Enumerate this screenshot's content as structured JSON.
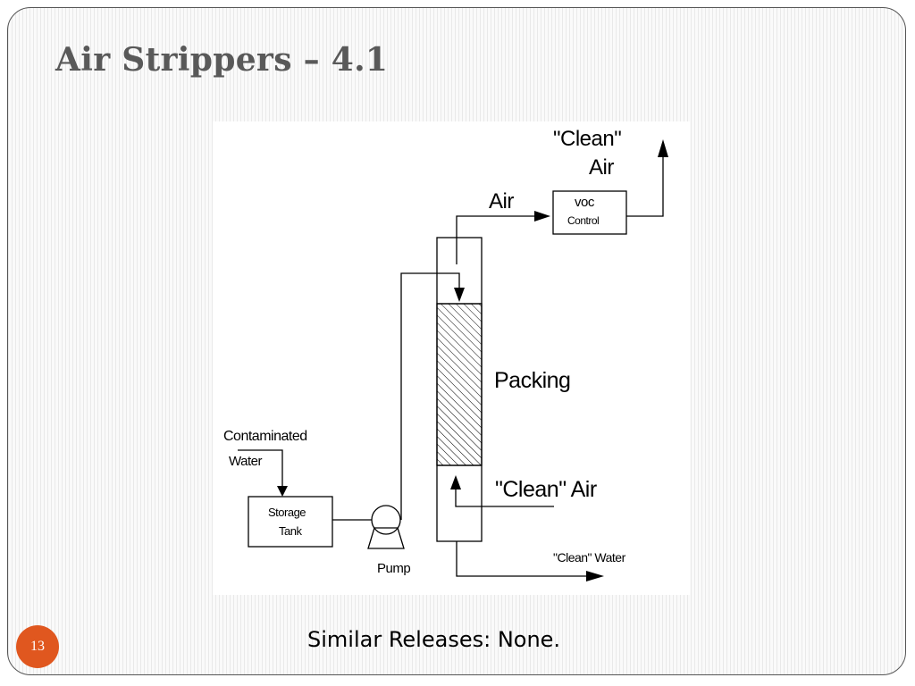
{
  "slide": {
    "title": "Air Strippers – 4.1",
    "caption": "Similar Releases: None.",
    "page_number": "13",
    "accent_color": "#e0571f"
  },
  "diagram": {
    "labels": {
      "clean_air_out_line1": "\"Clean\"",
      "clean_air_out_line2": "Air",
      "air": "Air",
      "voc_control_line1": "voc",
      "voc_control_line2": "Control",
      "packing": "Packing",
      "clean_air_in": "\"Clean\" Air",
      "contaminated_water_line1": "Contaminated",
      "contaminated_water_line2": "Water",
      "storage_tank_line1": "Storage",
      "storage_tank_line2": "Tank",
      "pump": "Pump",
      "clean_water": "\"Clean\" Water"
    }
  }
}
